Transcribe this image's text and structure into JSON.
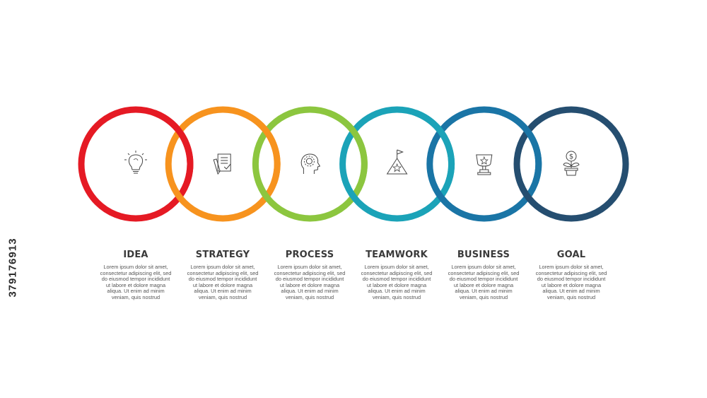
{
  "steps": [
    {
      "title": "IDEA",
      "color": "#E51A24",
      "icon": "lightbulb-icon",
      "description": "Lorem ipsum dolor sit amet,\nconsectetur adipiscing elit, sed\ndo eiusmod tempor incididunt\nut labore et dolore magna\naliqua. Ut enim ad minim\nveniam, quis nostrud"
    },
    {
      "title": "STRATEGY",
      "color": "#F7931E",
      "icon": "document-pen-icon",
      "description": "Lorem ipsum dolor sit amet,\nconsectetur adipiscing elit, sed\ndo eiusmod tempor incididunt\nut labore et dolore magna\naliqua. Ut enim ad minim\nveniam, quis nostrud"
    },
    {
      "title": "PROCESS",
      "color": "#8CC63F",
      "icon": "head-gear-icon",
      "description": "Lorem ipsum dolor sit amet,\nconsectetur adipiscing elit, sed\ndo eiusmod tempor incididunt\nut labore et dolore magna\naliqua. Ut enim ad minim\nveniam, quis nostrud"
    },
    {
      "title": "TEAMWORK",
      "color": "#1BA3B8",
      "icon": "mountain-flag-icon",
      "description": "Lorem ipsum dolor sit amet,\nconsectetur adipiscing elit, sed\ndo eiusmod tempor incididunt\nut labore et dolore magna\naliqua. Ut enim ad minim\nveniam, quis nostrud"
    },
    {
      "title": "BUSINESS",
      "color": "#1A75A6",
      "icon": "trophy-icon",
      "description": "Lorem ipsum dolor sit amet,\nconsectetur adipiscing elit, sed\ndo eiusmod tempor incididunt\nut labore et dolore magna\naliqua. Ut enim ad minim\nveniam, quis nostrud"
    },
    {
      "title": "GOAL",
      "color": "#254E70",
      "icon": "money-plant-icon",
      "description": "Lorem ipsum dolor sit amet,\nconsectetur adipiscing elit, sed\ndo eiusmod tempor incididunt\nut labore et dolore magna\naliqua. Ut enim ad minim\nveniam, quis nostrud"
    }
  ],
  "side_id": "379176913"
}
